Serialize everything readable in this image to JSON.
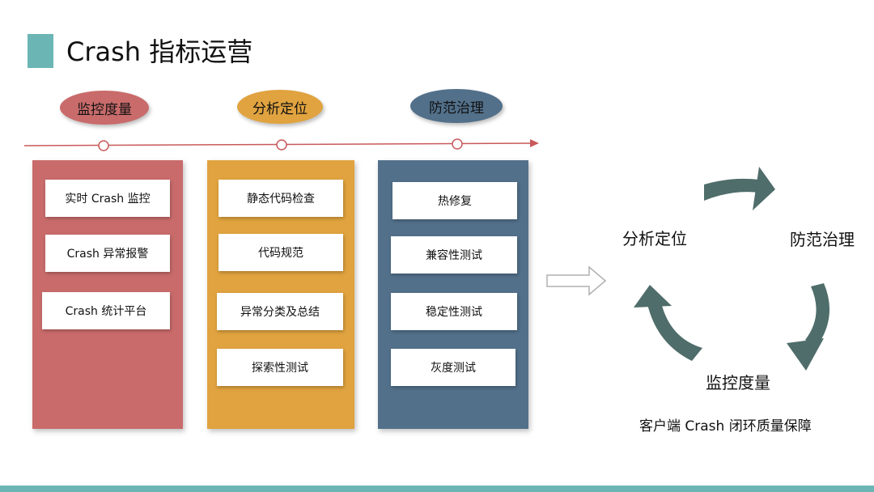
{
  "header": {
    "title": "Crash 指标运营"
  },
  "colors": {
    "accent": "#6cb5b5",
    "monitor": "#c96b6b",
    "analyze": "#e0a33f",
    "prevent": "#52708a",
    "timeline": "#c9595b",
    "cycle_arrow": "#4f6d6a",
    "footer": "#6cb5b5"
  },
  "phases": [
    {
      "label": "监控度量",
      "items": [
        "实时 Crash 监控",
        "Crash 异常报警",
        "Crash 统计平台"
      ]
    },
    {
      "label": "分析定位",
      "items": [
        "静态代码检查",
        "代码规范",
        "异常分类及总结",
        "探索性测试"
      ]
    },
    {
      "label": "防范治理",
      "items": [
        "热修复",
        "兼容性测试",
        "稳定性测试",
        "灰度测试"
      ]
    }
  ],
  "cycle": {
    "analyze": "分析定位",
    "prevent": "防范治理",
    "monitor": "监控度量",
    "caption": "客户端 Crash 闭环质量保障"
  }
}
